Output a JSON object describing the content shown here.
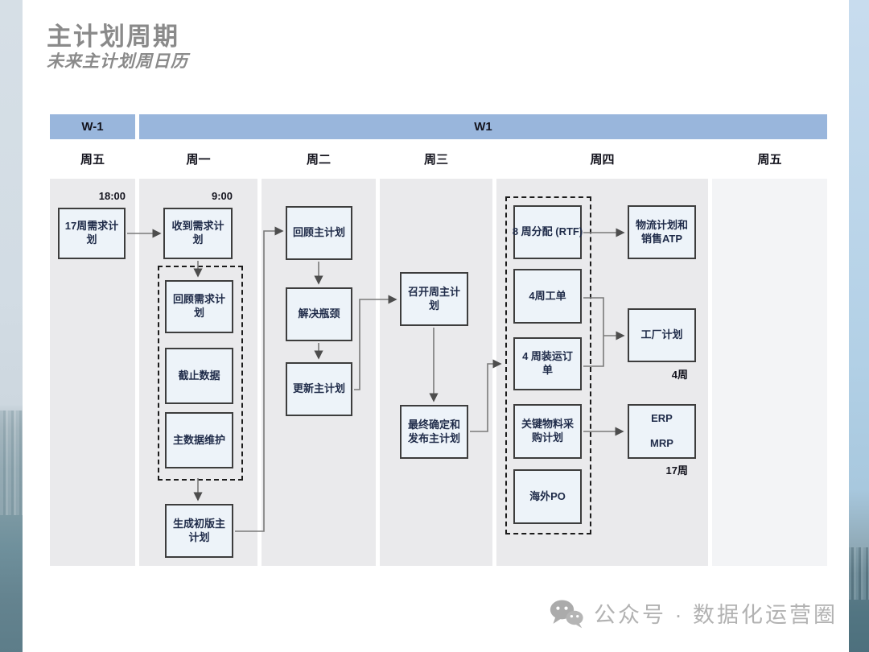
{
  "slide": {
    "title": "主计划周期",
    "subtitle": "未来主计划周日历"
  },
  "header": {
    "weeks": [
      {
        "label": "W-1"
      },
      {
        "label": "W1"
      }
    ],
    "days": [
      "周五",
      "周一",
      "周二",
      "周三",
      "周四",
      "周五"
    ]
  },
  "times": {
    "friday_prev": "18:00",
    "monday": "9:00"
  },
  "nodes": {
    "plan17w": "17周需求计划",
    "receive_demand": "收到需求计划",
    "review_demand": "回顾需求计划",
    "data_cutoff": "截止数据",
    "master_data": "主数据维护",
    "draft_plan": "生成初版主计划",
    "review_master": "回顾主计划",
    "solve_bottleneck": "解决瓶颈",
    "update_master": "更新主计划",
    "weekly_meeting": "召开周主计划",
    "finalize_publish": "最终确定和发布主计划",
    "alloc_rtf": "8 周分配 (RTF)",
    "work_orders": "4周工单",
    "ship_orders": "4 周装运订单",
    "critical_purchase": "关键物料采购计划",
    "overseas_po": "海外PO",
    "logistics_atp": "物流计划和销售ATP",
    "factory_plan": "工厂计划",
    "erp": "ERP",
    "mrp": "MRP"
  },
  "annotations": {
    "factory_span": "4周",
    "erp_span": "17周"
  },
  "watermark": {
    "text": "公众号 · 数据化运营圈"
  },
  "colors": {
    "header_blue": "#99b6dc",
    "column_gray": "#eaeaec",
    "node_fill": "#edf3f9",
    "node_border": "#3d3d3d",
    "connector": "#7a7a7a"
  }
}
